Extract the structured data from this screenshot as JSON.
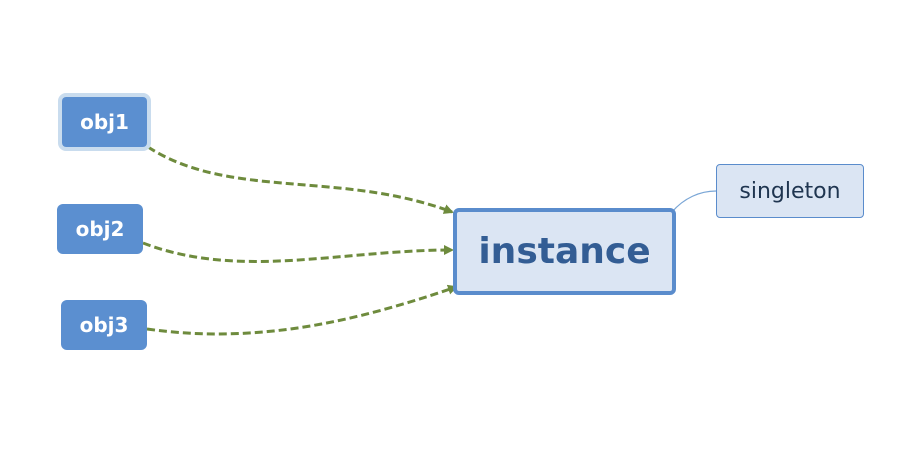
{
  "diagram": {
    "nodes": {
      "obj1": "obj1",
      "obj2": "obj2",
      "obj3": "obj3",
      "instance": "instance",
      "singleton": "singleton"
    },
    "edges": [
      {
        "from": "obj1",
        "to": "instance",
        "style": "dashed-arrow"
      },
      {
        "from": "obj2",
        "to": "instance",
        "style": "dashed-arrow"
      },
      {
        "from": "obj3",
        "to": "instance",
        "style": "dashed-arrow"
      },
      {
        "from": "instance",
        "to": "singleton",
        "style": "thin-line"
      }
    ]
  },
  "colors": {
    "obj_fill": "#5b8fd0",
    "instance_fill": "#dbe5f3",
    "instance_border": "#5a8ccc",
    "instance_text": "#335d94",
    "arrow": "#6e8b3d",
    "connector": "#7aa6d6"
  }
}
